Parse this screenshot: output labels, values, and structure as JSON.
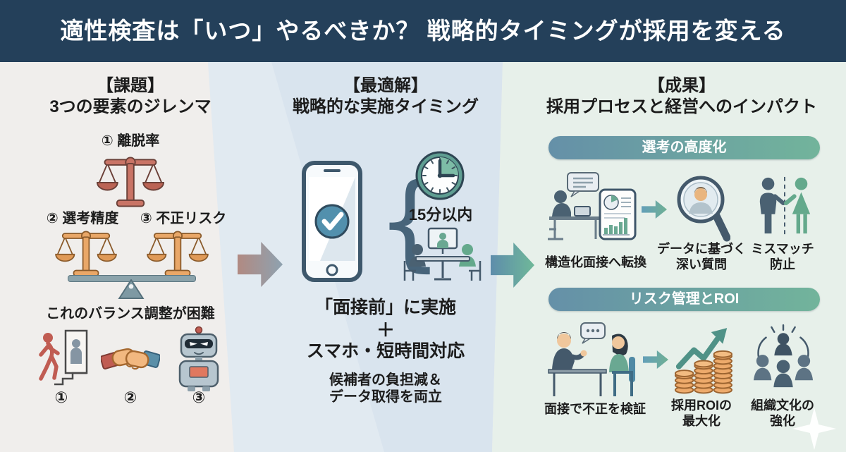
{
  "header": {
    "title": "適性検査は「いつ」やるべきか？ 戦略的タイミングが採用を変える"
  },
  "colors": {
    "header_bg": "#24405a",
    "left_panel_bg": "#f0eeec",
    "middle_panel_bg": "#d9e4ee",
    "right_panel_bg": "#e7f0ea",
    "pill_gradient_start": "#6590a8",
    "pill_gradient_end": "#72b49b",
    "scale_red": "#c97466",
    "scale_orange": "#e9a768",
    "accent_teal": "#6aa892",
    "accent_navy": "#44596b"
  },
  "left_panel": {
    "title_line1": "【課題】",
    "title_line2": "3つの要素のジレンマ",
    "factor1": "① 離脱率",
    "factor2": "② 選考精度",
    "factor3": "③ 不正リスク",
    "caption": "これのバランス調整が困難",
    "footnote1": "①",
    "footnote2": "②",
    "footnote3": "③"
  },
  "middle_panel": {
    "title_line1": "【最適解】",
    "title_line2": "戦略的な実施タイミング",
    "brace": "{",
    "duration": "15分以内",
    "solution_line1": "「面接前」に実施",
    "plus": "＋",
    "solution_line2": "スマホ・短時間対応",
    "benefit_line1": "候補者の負担減＆",
    "benefit_line2": "データ取得を両立"
  },
  "right_panel": {
    "title_line1": "【成果】",
    "title_line2": "採用プロセスと経営へのインパクト",
    "section1": {
      "pill": "選考の高度化",
      "item1": "構造化面接へ転換",
      "item2_line1": "データに基づく",
      "item2_line2": "深い質問",
      "item3_line1": "ミスマッチ",
      "item3_line2": "防止"
    },
    "section2": {
      "pill": "リスク管理とROI",
      "item1": "面接で不正を検証",
      "item2_line1": "採用ROIの",
      "item2_line2": "最大化",
      "item3_line1": "組織文化の",
      "item3_line2": "強化"
    }
  }
}
